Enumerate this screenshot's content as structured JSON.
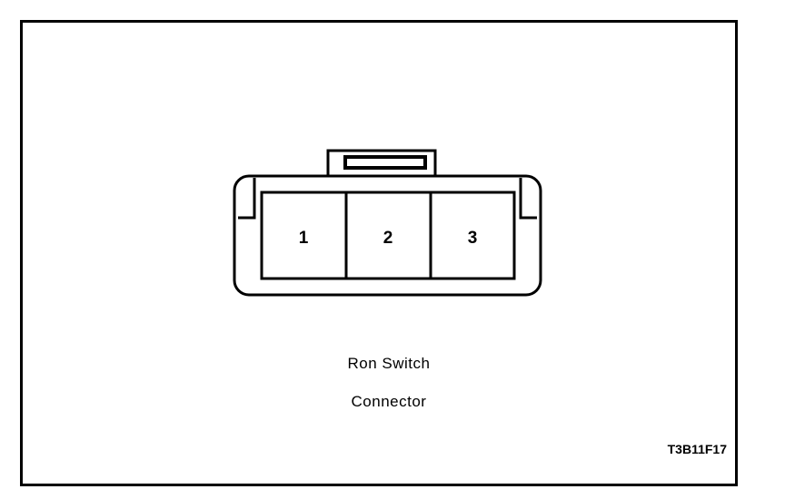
{
  "figure": {
    "title_lines": [
      "Ron Switch",
      "Connector"
    ],
    "reference_code": "T3B11F17",
    "border_color": "#000000",
    "background_color": "#ffffff",
    "line_color": "#000000"
  },
  "connector": {
    "type": "3-way electrical connector, front view",
    "pin_count": 3,
    "pins": [
      {
        "number": "1"
      },
      {
        "number": "2"
      },
      {
        "number": "3"
      }
    ],
    "features": {
      "locking_tab_label": "locking-tab",
      "tab_slot_label": "tab-slot",
      "left_latch_label": "left-latch-notch",
      "right_latch_label": "right-latch-notch"
    }
  }
}
